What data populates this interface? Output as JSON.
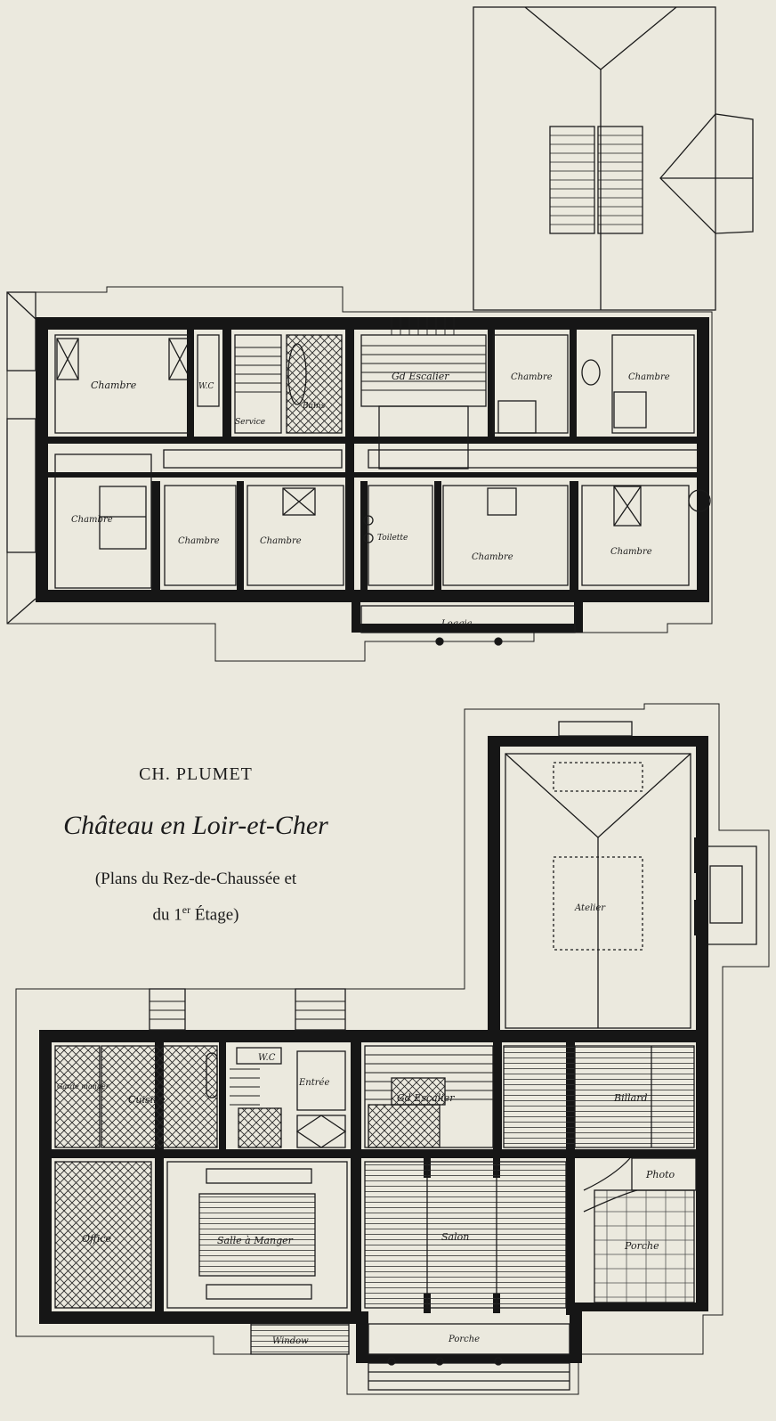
{
  "caption": {
    "author": "CH. PLUMET",
    "title": "Château en Loir-et-Cher",
    "subtitle_line1": "(Plans du Rez-de-Chaussée et",
    "subtitle_line2_pre": "du 1",
    "subtitle_line2_sup": "er",
    "subtitle_line2_post": " Étage)"
  },
  "upper_plan": {
    "rooms": {
      "chambre_nw": "Chambre",
      "wc": "W.C",
      "service": "Service",
      "bains": "Bains",
      "grand_escalier": "Gd Escalier",
      "chambre_ne1": "Chambre",
      "chambre_ne2": "Chambre",
      "chambre_w": "Chambre",
      "chambre_sw1": "Chambre",
      "chambre_sw2": "Chambre",
      "toilette": "Toilette",
      "chambre_s1": "Chambre",
      "chambre_s2": "Chambre",
      "loggia": "Loggia"
    }
  },
  "lower_plan": {
    "rooms": {
      "atelier": "Atelier",
      "garde_manger": "Garde manger",
      "cuisine": "Cuisine",
      "wc": "W.C",
      "entree": "Entrée",
      "grand_escalier": "Gd Escalier",
      "billard": "Billard",
      "photo": "Photo",
      "office": "Office",
      "salle_a_manger": "Salle à Manger",
      "salon": "Salon",
      "porche_e": "Porche",
      "window": "Window",
      "porche_s": "Porche"
    }
  },
  "colors": {
    "ink": "#161616",
    "paper": "#ebe9de"
  }
}
